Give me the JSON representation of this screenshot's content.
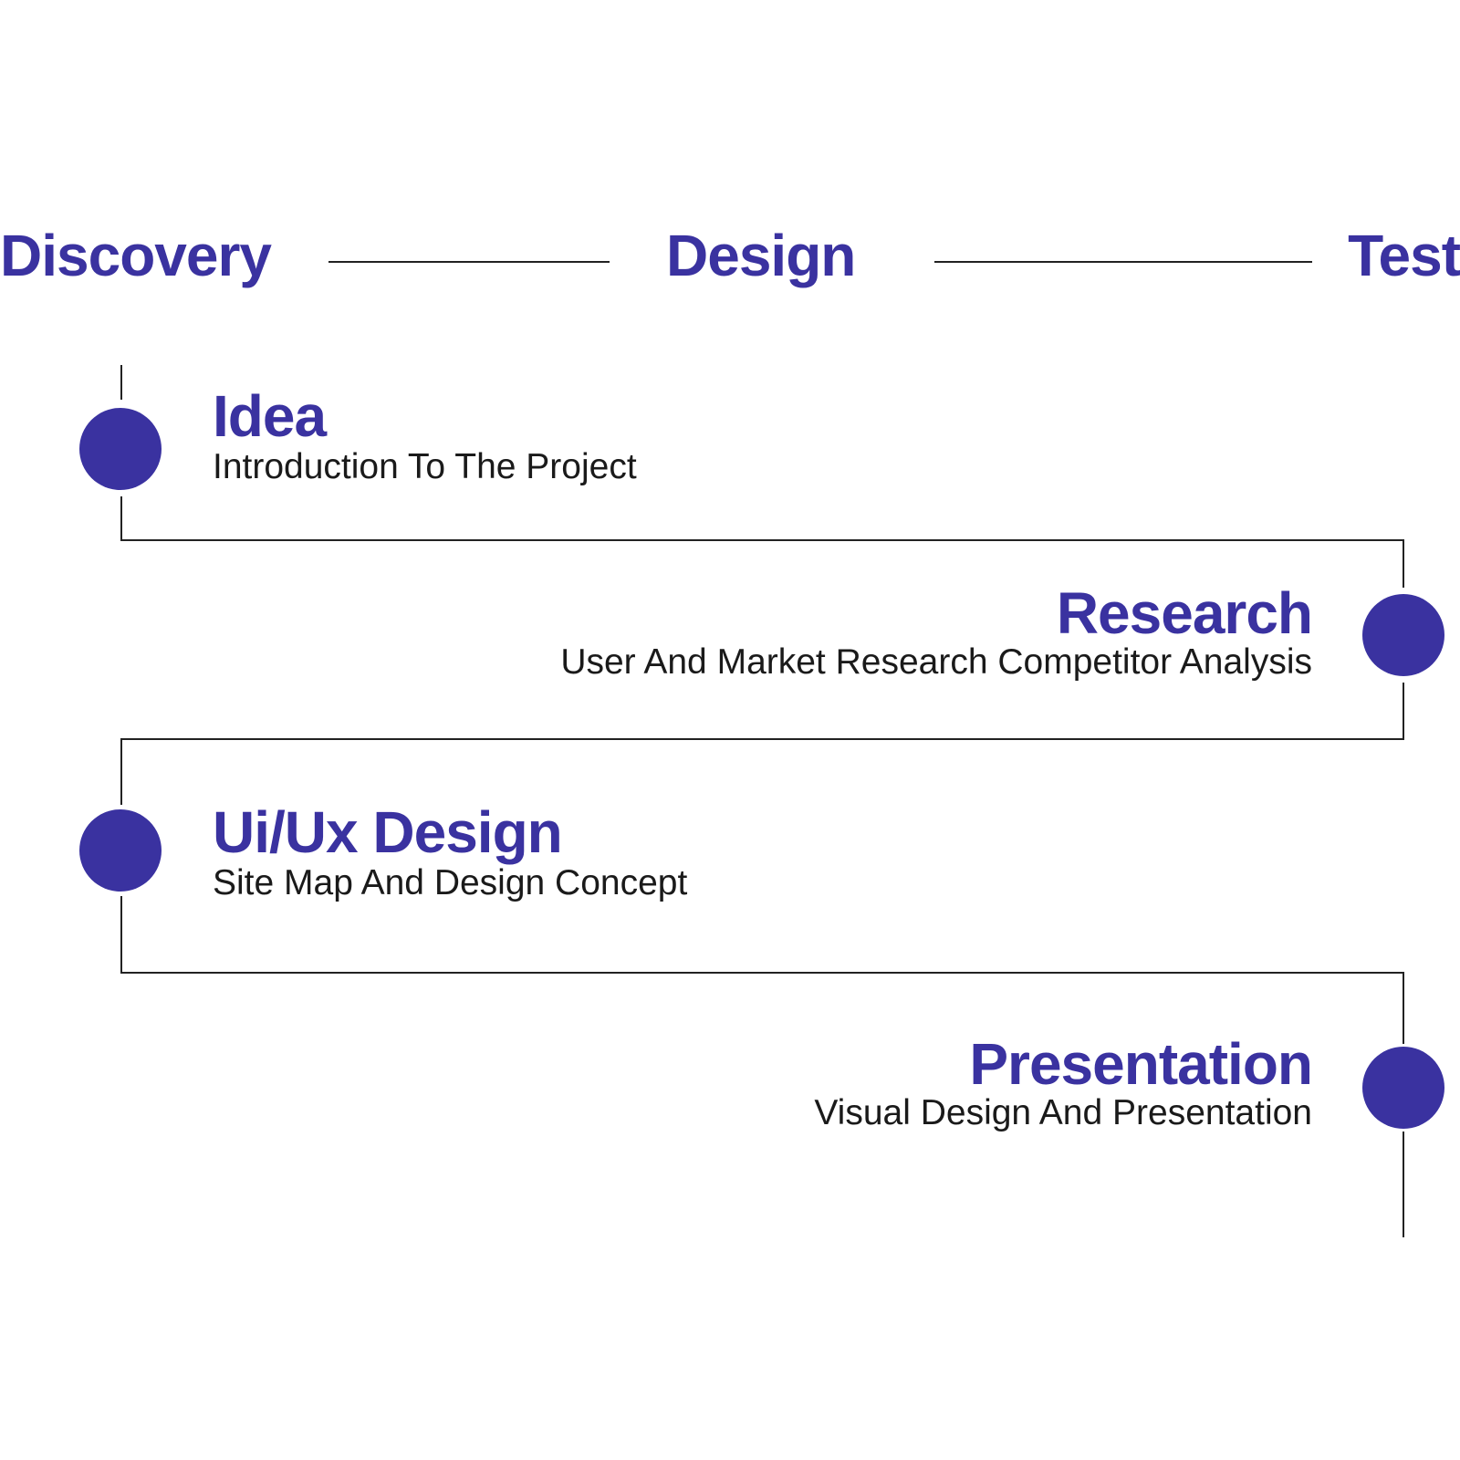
{
  "colors": {
    "accent": "#3a32a0",
    "line": "#222222",
    "text": "#1a1a1a",
    "background": "#ffffff"
  },
  "phases": [
    {
      "label": "Discovery"
    },
    {
      "label": "Design"
    },
    {
      "label": "Test"
    }
  ],
  "steps": [
    {
      "title": "Idea",
      "description": "Introduction To The Project",
      "side": "left"
    },
    {
      "title": "Research",
      "description": "User And Market Research Competitor Analysis",
      "side": "right"
    },
    {
      "title": "Ui/Ux Design",
      "description": "Site Map And Design Concept",
      "side": "left"
    },
    {
      "title": "Presentation",
      "description": "Visual Design And Presentation",
      "side": "right"
    }
  ]
}
